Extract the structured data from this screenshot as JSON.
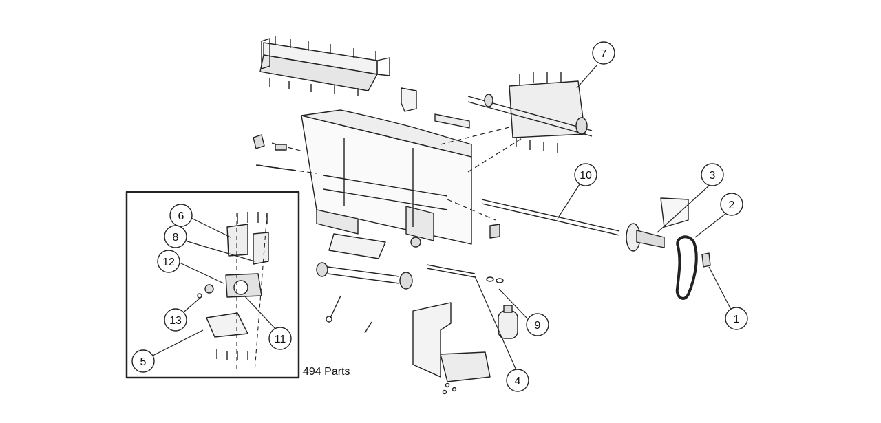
{
  "diagram": {
    "callouts": [
      "1",
      "2",
      "3",
      "4",
      "5",
      "6",
      "7",
      "8",
      "9",
      "10",
      "11",
      "12",
      "13"
    ],
    "inset_caption": "494 Parts"
  }
}
